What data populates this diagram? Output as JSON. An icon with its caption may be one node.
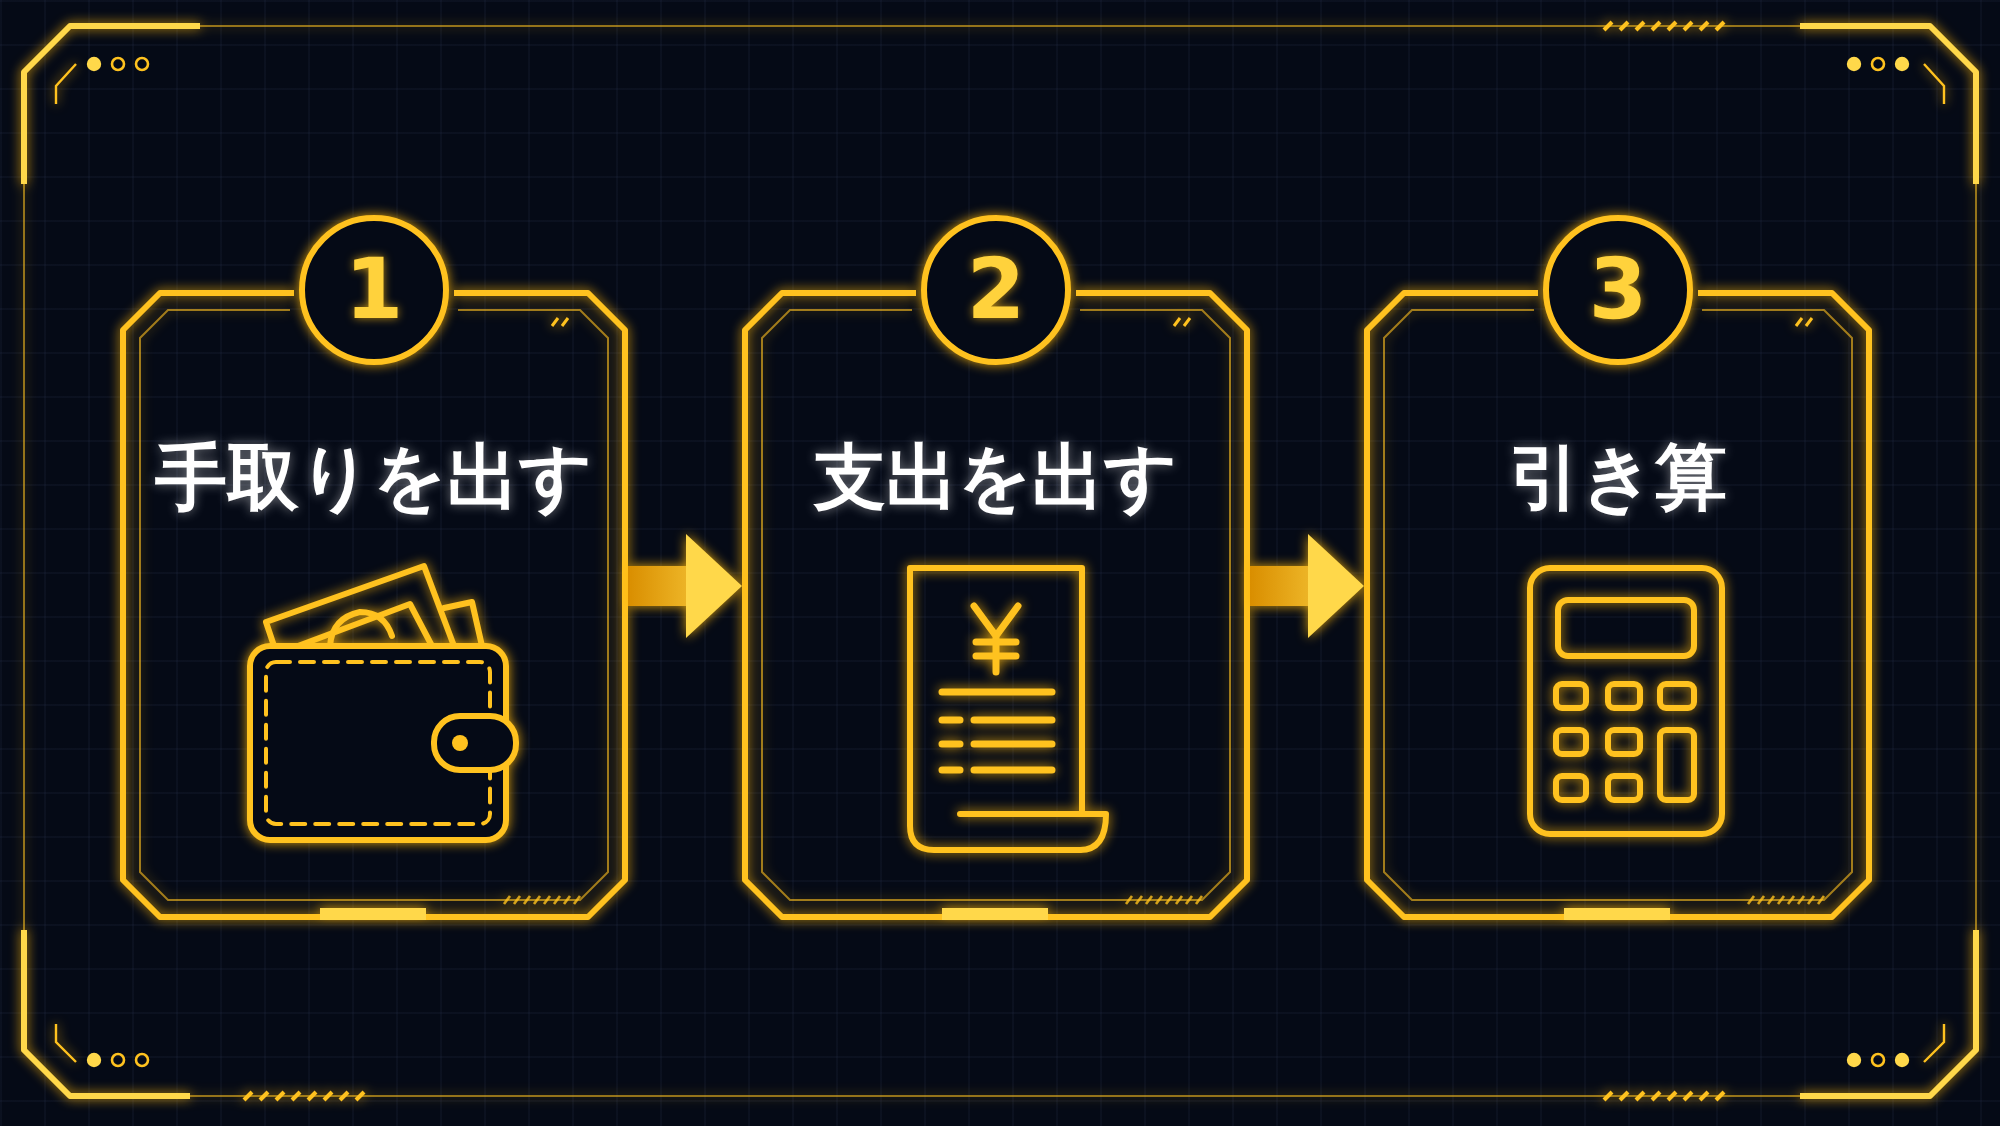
{
  "diagram": {
    "nodes": [
      {
        "text": [
          "1"
        ]
      },
      {
        "text": [
          "手取りを出す"
        ]
      },
      {
        "text": [
          "2"
        ]
      },
      {
        "text": [
          "支出を出す"
        ]
      },
      {
        "text": [
          "3"
        ]
      },
      {
        "text": [
          "引き算"
        ]
      }
    ],
    "edges": [
      {
        "from": 1,
        "to": 3,
        "arrow": "to"
      },
      {
        "from": 3,
        "to": 5,
        "arrow": "to"
      }
    ]
  }
}
